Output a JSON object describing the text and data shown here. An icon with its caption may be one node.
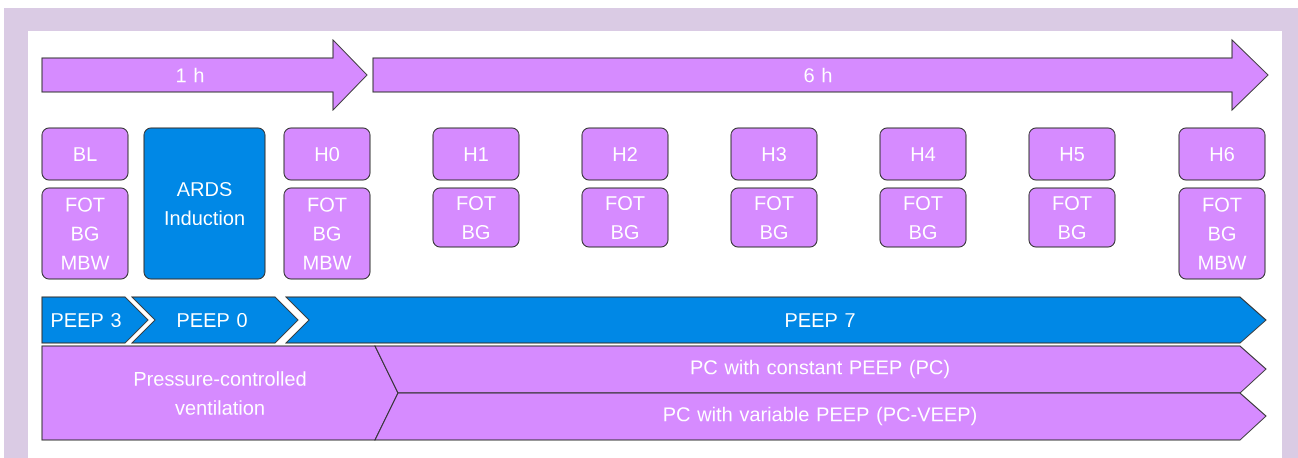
{
  "diagram": {
    "nodes": [
      {
        "text": [
          "1 h"
        ]
      },
      {
        "text": [
          "6 h"
        ]
      },
      {
        "text": [
          "BL"
        ]
      },
      {
        "text": [
          "FOT BG MBW"
        ]
      },
      {
        "text": [
          "ARDS Induction"
        ]
      },
      {
        "text": [
          "H0"
        ]
      },
      {
        "text": [
          "FOT BG MBW"
        ]
      },
      {
        "text": [
          "H1"
        ]
      },
      {
        "text": [
          "FOT BG"
        ]
      },
      {
        "text": [
          "H2"
        ]
      },
      {
        "text": [
          "FOT BG"
        ]
      },
      {
        "text": [
          "H3"
        ]
      },
      {
        "text": [
          "FOT BG"
        ]
      },
      {
        "text": [
          "H4"
        ]
      },
      {
        "text": [
          "FOT BG"
        ]
      },
      {
        "text": [
          "H5"
        ]
      },
      {
        "text": [
          "FOT BG"
        ]
      },
      {
        "text": [
          "H6"
        ]
      },
      {
        "text": [
          "FOT BG MBW"
        ]
      },
      {
        "text": [
          "PEEP 3"
        ]
      },
      {
        "text": [
          "PEEP 0"
        ]
      },
      {
        "text": [
          "PEEP 7"
        ]
      },
      {
        "text": [
          "Pressure-controlled ventilation"
        ]
      },
      {
        "text": [
          "PC with constant PEEP (PC)"
        ]
      },
      {
        "text": [
          "PC with variable PEEP (PC-VEEP)"
        ]
      }
    ]
  }
}
